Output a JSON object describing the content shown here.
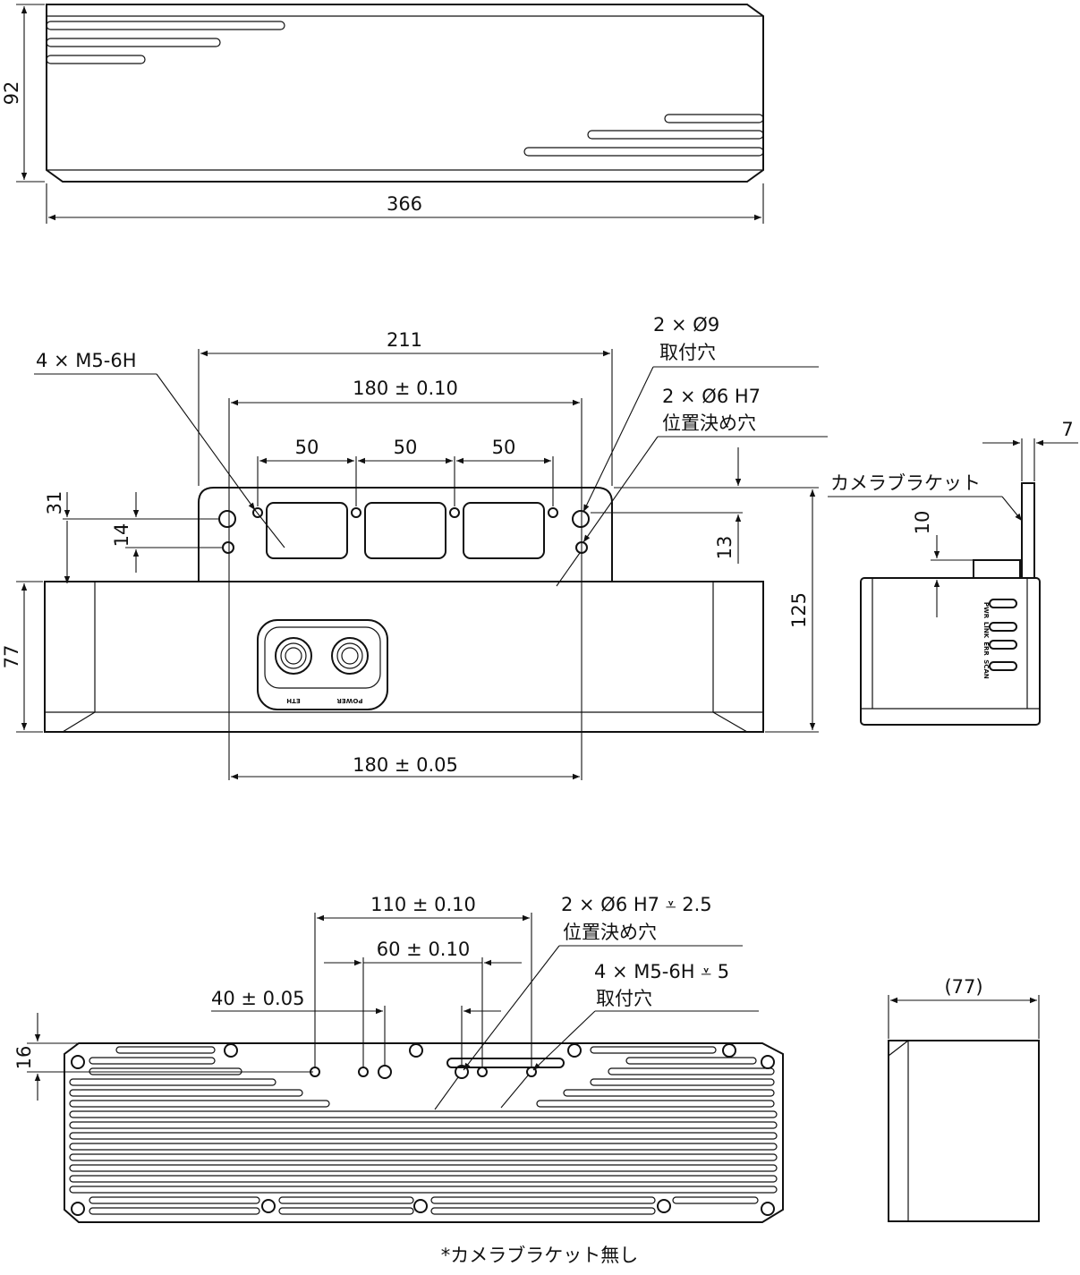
{
  "views": {
    "top": {
      "height_dim": "92",
      "width_dim": "366"
    },
    "front": {
      "overall_width_dim": "211",
      "hole_pitch_dim": "180 ± 0.10",
      "spacing_dims": [
        "50",
        "50",
        "50"
      ],
      "height_31": "31",
      "height_14": "14",
      "height_13": "13",
      "height_77": "77",
      "height_125": "125",
      "base_pitch_dim": "180 ± 0.05",
      "callout_m5": "4 × M5-6H",
      "callout_d9_line1": "2 × Ø9",
      "callout_d9_line2": "取付穴",
      "callout_d6_line1": "2 × Ø6 H7",
      "callout_d6_line2": "位置決め穴",
      "connector_labels": [
        "ETH",
        "POWER"
      ]
    },
    "side": {
      "bracket_label": "カメラブラケット",
      "dim_7": "7",
      "dim_10": "10",
      "led_labels": [
        "PWR",
        "LINK",
        "ERR",
        "SCAN"
      ]
    },
    "bottom": {
      "dim_110": "110 ± 0.10",
      "dim_60": "60 ± 0.10",
      "dim_40": "40 ± 0.05",
      "dim_16": "16",
      "callout_d6_line1": "2 × Ø6 H7 ⩡ 2.5",
      "callout_d6_line2": "位置決め穴",
      "callout_m5_line1": "4 × M5-6H ⩡ 5",
      "callout_m5_line2": "取付穴"
    },
    "bottom_side": {
      "width_dim": "(77)"
    }
  },
  "footnote": "*カメラブラケット無し"
}
